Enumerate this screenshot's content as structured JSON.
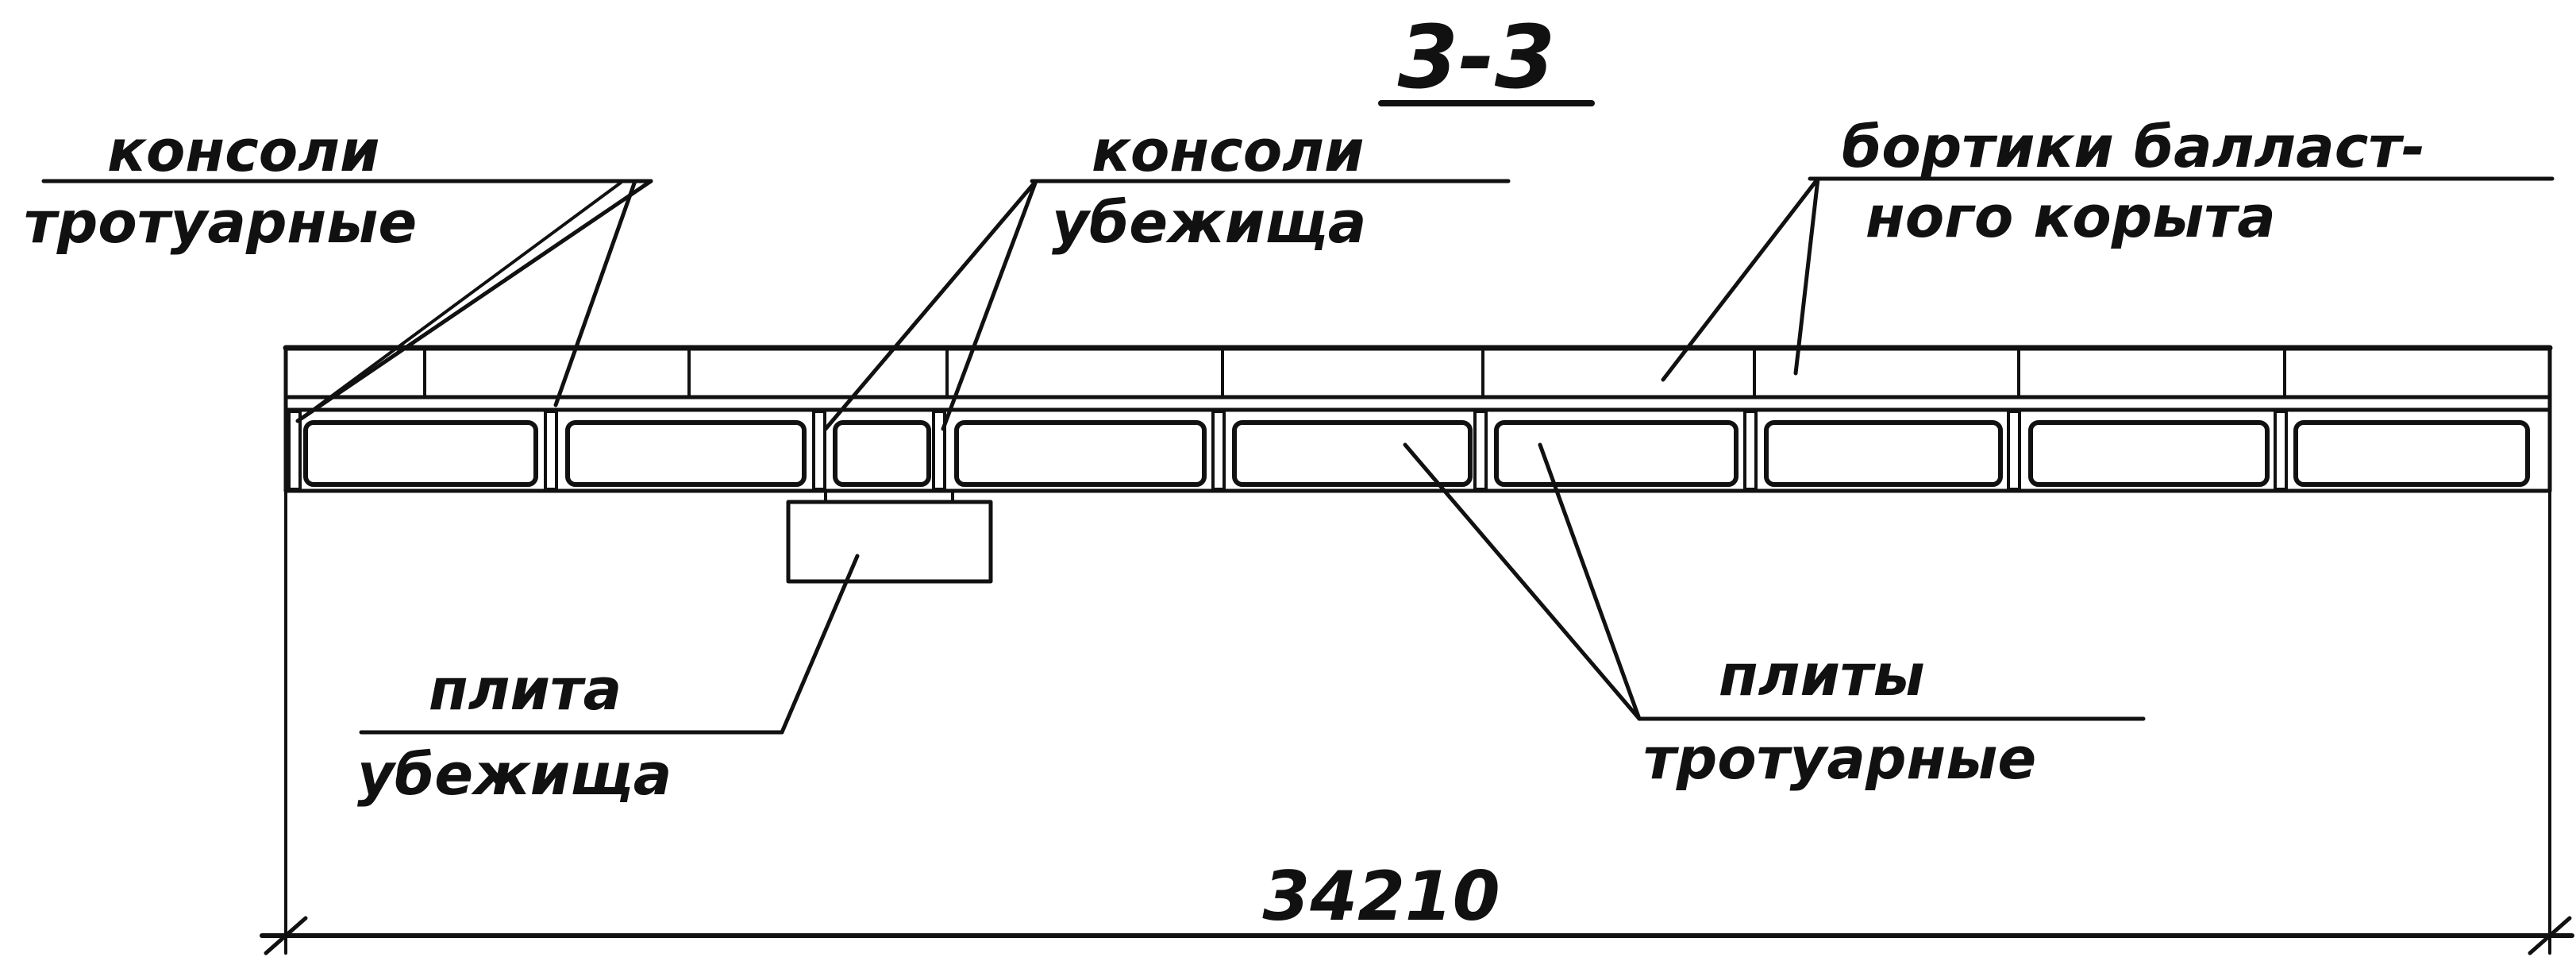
{
  "section_title": "3-3",
  "labels": {
    "sidewalk_consoles": [
      "консоли",
      "тротуарные"
    ],
    "shelter_consoles": [
      "консоли",
      "убежища"
    ],
    "ballast_trough_curbs": [
      "бортики балласт-",
      "ного корыта"
    ],
    "shelter_slab": [
      "плита",
      "убежища"
    ],
    "sidewalk_slabs": [
      "плиты",
      "тротуарные"
    ]
  },
  "dimension": {
    "overall_length": "34210"
  },
  "colors": {
    "ink": "#111111",
    "paper": "#ffffff"
  }
}
